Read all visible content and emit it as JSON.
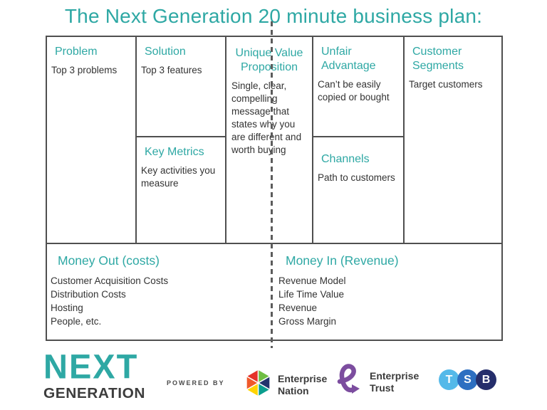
{
  "title": "The Next Generation 20 minute business plan:",
  "cells": {
    "problem": {
      "heading": "Problem",
      "body": "Top 3 problems"
    },
    "solution": {
      "heading": "Solution",
      "body": "Top 3 features"
    },
    "key_metrics": {
      "heading": "Key Metrics",
      "body": "Key activities you measure"
    },
    "uvp": {
      "heading": "Unique Value Proposition",
      "body": "Single, clear, compelling message that states why you are different and worth buying"
    },
    "unfair_advantage": {
      "heading": "Unfair Advantage",
      "body": "Can’t be easily copied or bought"
    },
    "channels": {
      "heading": "Channels",
      "body": "Path to customers"
    },
    "customer_segments": {
      "heading": "Customer Segments",
      "body": "Target customers"
    }
  },
  "money_out": {
    "heading": "Money Out (costs)",
    "items": [
      "Customer Acquisition Costs",
      "Distribution Costs",
      "Hosting",
      "People, etc."
    ]
  },
  "money_in": {
    "heading": "Money In (Revenue)",
    "items": [
      "Revenue Model",
      "Life Time Value",
      "Revenue",
      "Gross Margin"
    ]
  },
  "footer": {
    "brand_line1": "NEXT",
    "brand_line2": "GENERATION",
    "powered_by": "POWERED BY",
    "enterprise_nation_line1": "Enterprise",
    "enterprise_nation_line2": "Nation",
    "enterprise_trust_line1": "Enterprise",
    "enterprise_trust_line2": "Trust",
    "tsb_letters": [
      "T",
      "S",
      "B"
    ]
  },
  "colors": {
    "accent_teal": "#2ea8a4",
    "grid_border": "#4f4f4f",
    "body_text": "#333333",
    "dashed_divider": "#5c5c5c",
    "tsb_light_blue": "#54b9e9",
    "tsb_mid_blue": "#2d6fc1",
    "tsb_dark_blue": "#252e6b",
    "enterprise_trust_purple": "#7c4d9f",
    "pinwheel": [
      "#e5332a",
      "#6fbe44",
      "#23356c",
      "#0b9e8e",
      "#ffd400",
      "#f0592a"
    ]
  }
}
